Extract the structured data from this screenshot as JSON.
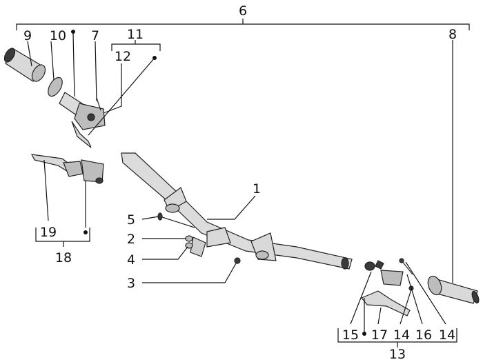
{
  "labels": {
    "l1": "1",
    "l2": "2",
    "l3": "3",
    "l4": "4",
    "l5": "5",
    "l6": "6",
    "l7": "7",
    "l8": "8",
    "l9": "9",
    "l10": "10",
    "l11": "11",
    "l12": "12",
    "l13": "13",
    "l14a": "14",
    "l14b": "14",
    "l15": "15",
    "l16": "16",
    "l17": "17",
    "l18": "18",
    "l19": "19"
  },
  "colors": {
    "line": "#111111",
    "part_fill": "#dcdcdc",
    "part_dark": "#3a3a3a"
  }
}
